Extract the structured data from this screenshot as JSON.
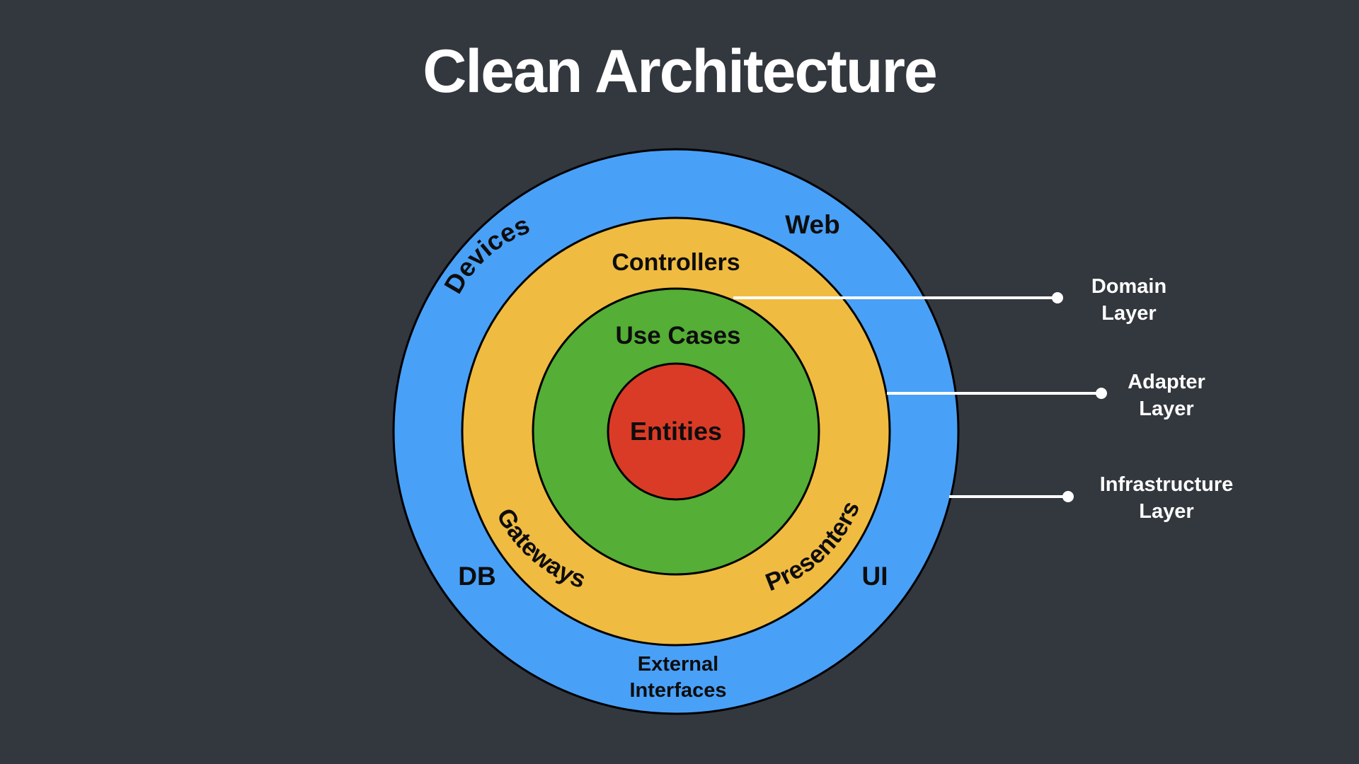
{
  "title": "Clean Architecture",
  "colors": {
    "background": "#33373e",
    "infrastructure_ring": "#49a0f7",
    "adapter_ring": "#f0bb41",
    "use_cases_ring": "#55ae35",
    "entities_core": "#da3b27",
    "outline": "#000000",
    "leader_line": "#ffffff"
  },
  "rings": {
    "infrastructure": {
      "top_left": "Devices",
      "top_right": "Web",
      "bottom_left": "DB",
      "bottom_right": "UI",
      "bottom_line1": "External",
      "bottom_line2": "Interfaces"
    },
    "adapter": {
      "top": "Controllers",
      "bottom_left": "Gateways",
      "bottom_right": "Presenters"
    },
    "use_cases": {
      "label": "Use Cases"
    },
    "entities": {
      "label": "Entities"
    }
  },
  "legend": [
    {
      "line1": "Domain",
      "line2": "Layer"
    },
    {
      "line1": "Adapter",
      "line2": "Layer"
    },
    {
      "line1": "Infrastructure",
      "line2": "Layer"
    }
  ]
}
